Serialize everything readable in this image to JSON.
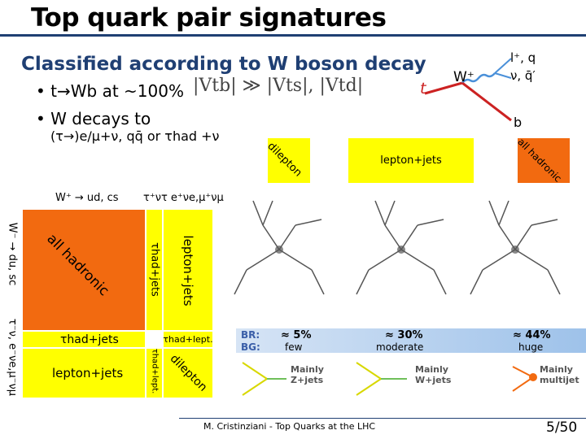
{
  "title": "Top quark pair signatures",
  "subtitle": "Classified according to W boson decay",
  "bullets": [
    "• t→Wb at ~100%",
    "• W decays to"
  ],
  "ckm": "|Vtb| ≫ |Vts|, |Vtd|",
  "tau_note": "(τ→)e/μ+ν, qq̄  or τhad +ν",
  "grid": {
    "top_label_left": "W⁺ → ud, cs",
    "top_label_right": "τ⁺ντ  e⁺νe,μ⁺νμ",
    "side_label_top": "W⁻ → du, sc",
    "side_label_bottom": "τ⁻ν, e⁻νe,μ⁻νμ",
    "all_hadronic": "all hadronic",
    "tau_jets_vertical": "τhad+jets",
    "lepton_jets_vertical": "lepton+jets",
    "tau_jets_horizontal": "τhad+jets",
    "tau_lept_small": "τhad+lept.",
    "lepton_jets_bottom": "lepton+jets",
    "tau_lept_vertical": "τhad+lept.",
    "dilepton_small": "dilepton"
  },
  "header_boxes": {
    "dilepton": "dilepton",
    "lepton_jets": "lepton+jets",
    "all_hadronic": "all hadronic"
  },
  "feynman": {
    "w_label": "W⁺",
    "t_label": "t",
    "b_label": "b",
    "out1": "l⁺, q",
    "out2": "ν, q̄′"
  },
  "stats": {
    "br_label": "BR:",
    "bg_label": "BG:",
    "col1_br": "≈ 5%",
    "col1_bg": "few",
    "col2_br": "≈ 30%",
    "col2_bg": "moderate",
    "col3_br": "≈ 44%",
    "col3_bg": "huge"
  },
  "backgrounds": {
    "b1": "Mainly Z+jets",
    "b2": "Mainly W+jets",
    "b3": "Mainly multijet"
  },
  "footer": "M. Cristinziani - Top Quarks at the LHC",
  "page_number": "5/50",
  "colors": {
    "orange": "#f26a10",
    "yellow": "#ffff00",
    "navy": "#1f3f73",
    "red": "#cc2222",
    "blue": "#4a90d9"
  }
}
